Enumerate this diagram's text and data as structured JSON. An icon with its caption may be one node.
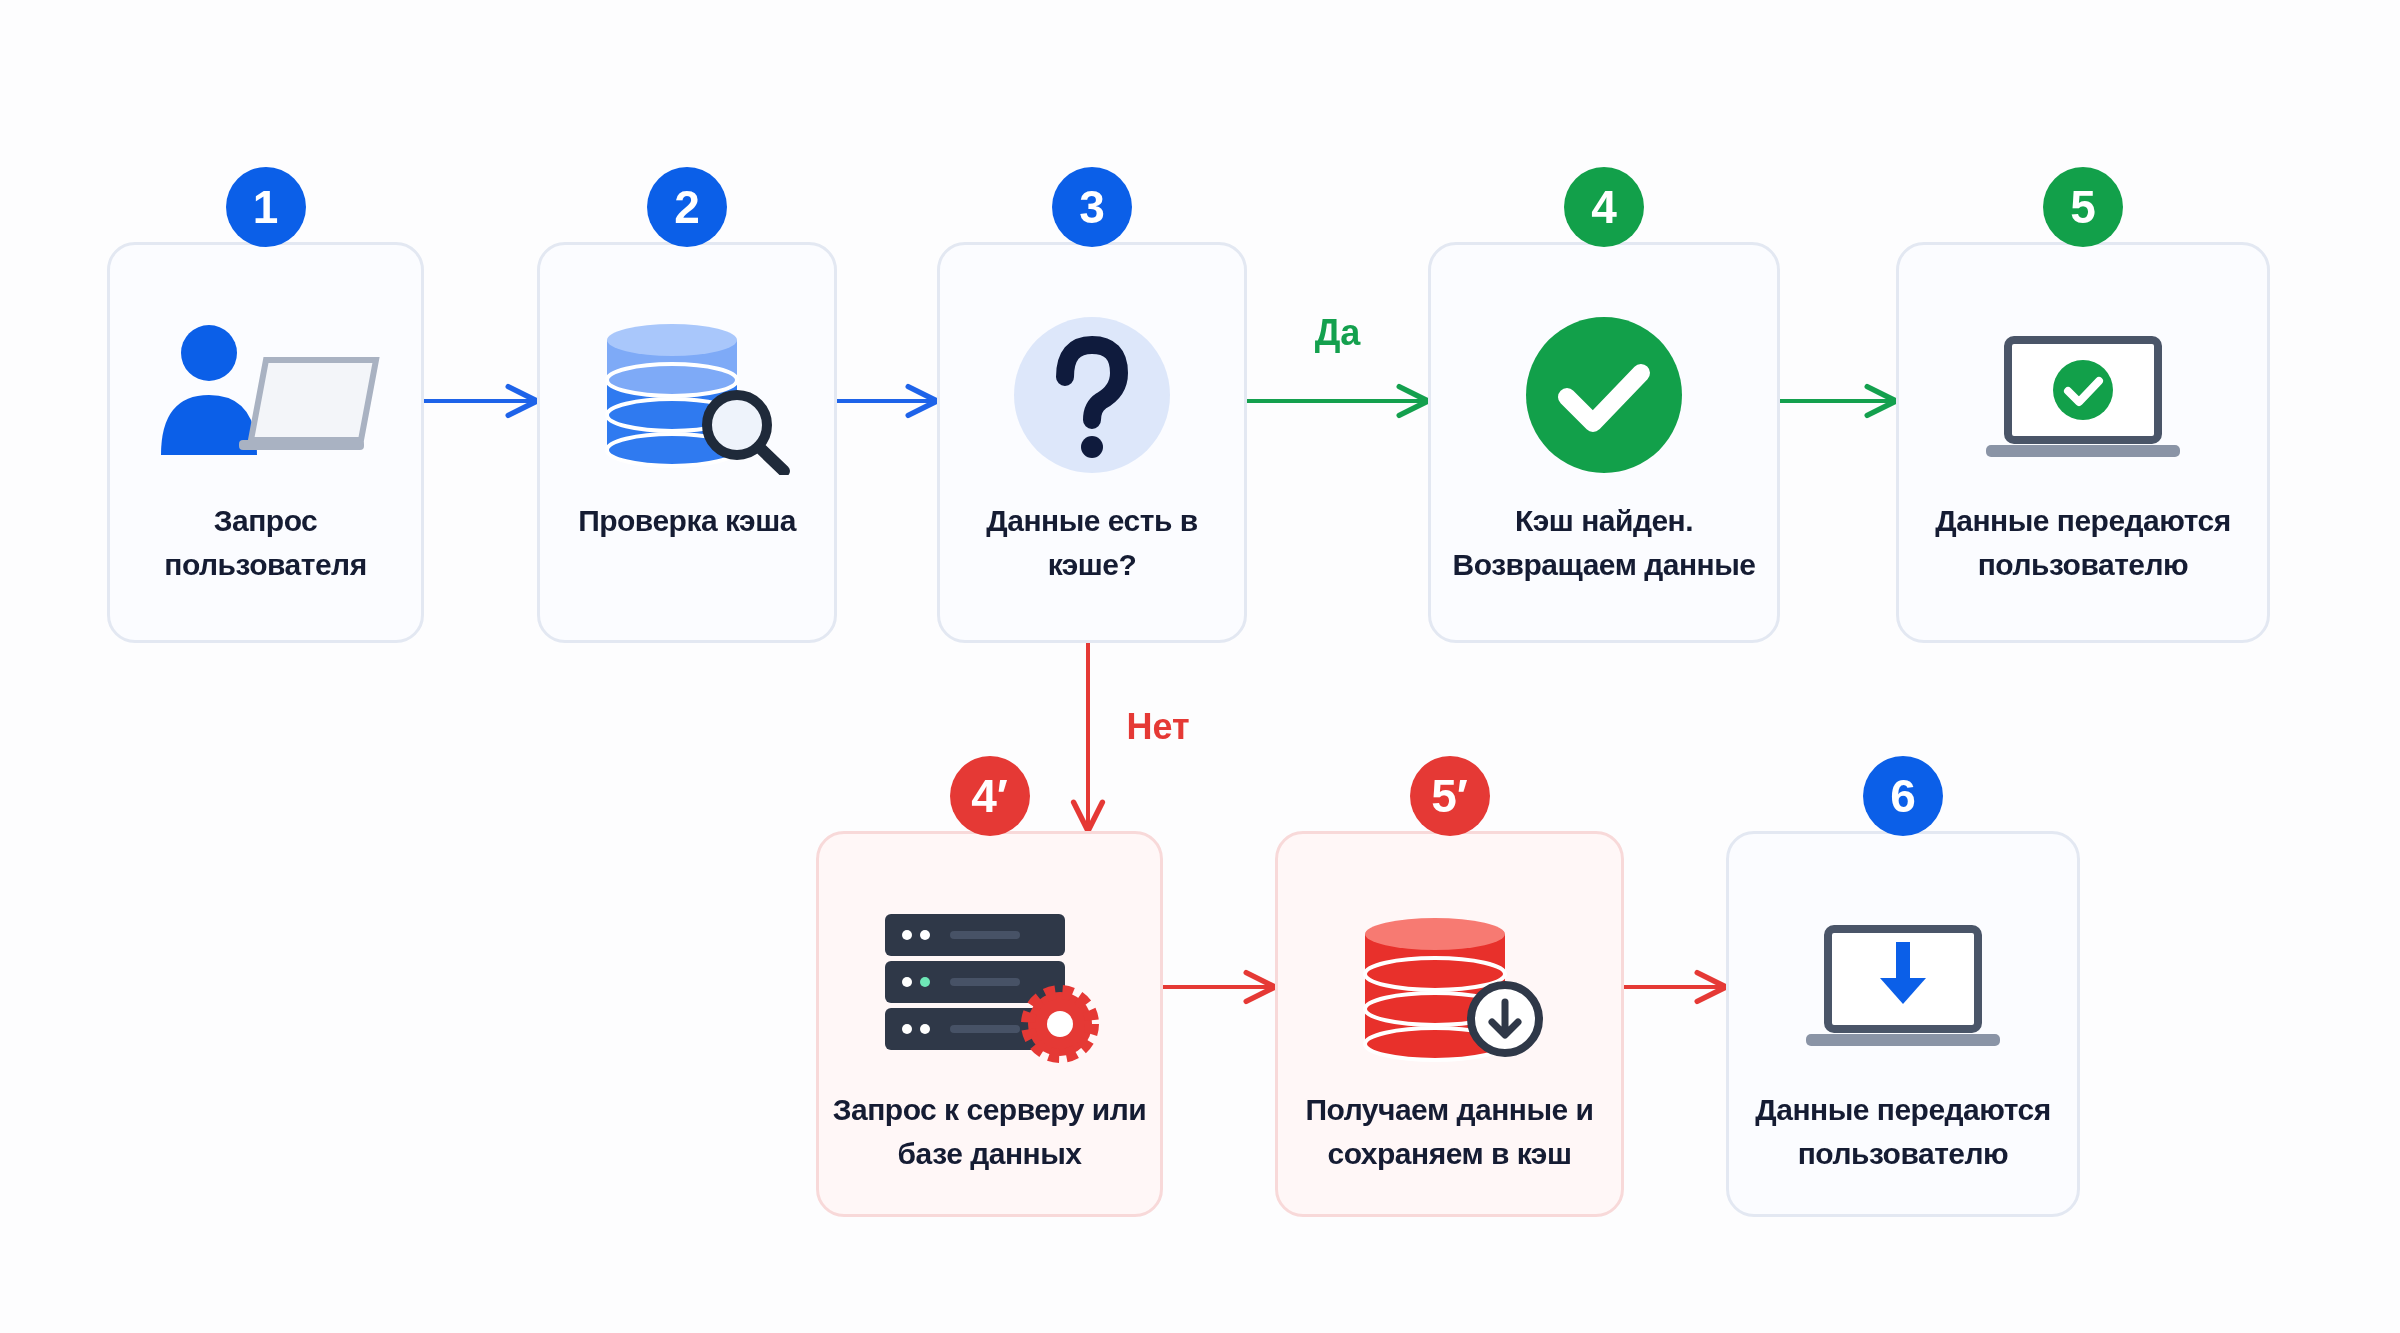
{
  "diagram": {
    "nodes": [
      {
        "text": [
          "1",
          "Запрос пользователя"
        ]
      },
      {
        "text": [
          "2",
          "Проверка кэша"
        ]
      },
      {
        "text": [
          "3",
          "Данные есть в кэше?"
        ]
      },
      {
        "text": [
          "4",
          "Кэш найден. Возвращаем данные"
        ]
      },
      {
        "text": [
          "5",
          "Данные передаются пользователю"
        ]
      },
      {
        "text": [
          "4′",
          "Запрос к серверу или базе данных"
        ]
      },
      {
        "text": [
          "5′",
          "Получаем данные и сохраняем в кэш"
        ]
      },
      {
        "text": [
          "6",
          "Данные передаются пользователю"
        ]
      }
    ],
    "edges": [
      {
        "from": 0,
        "to": 1,
        "arrow": "to",
        "color": "#1e63e9"
      },
      {
        "from": 1,
        "to": 2,
        "arrow": "to",
        "color": "#1e63e9"
      },
      {
        "from": 2,
        "to": 3,
        "arrow": "to",
        "label": "Да",
        "color": "#14a04e"
      },
      {
        "from": 3,
        "to": 4,
        "arrow": "to",
        "color": "#14a04e"
      },
      {
        "from": 2,
        "to": 5,
        "arrow": "to",
        "label": "Нет",
        "color": "#e53935"
      },
      {
        "from": 5,
        "to": 6,
        "arrow": "to",
        "color": "#e53935"
      },
      {
        "from": 6,
        "to": 7,
        "arrow": "to",
        "color": "#e53935"
      }
    ]
  }
}
